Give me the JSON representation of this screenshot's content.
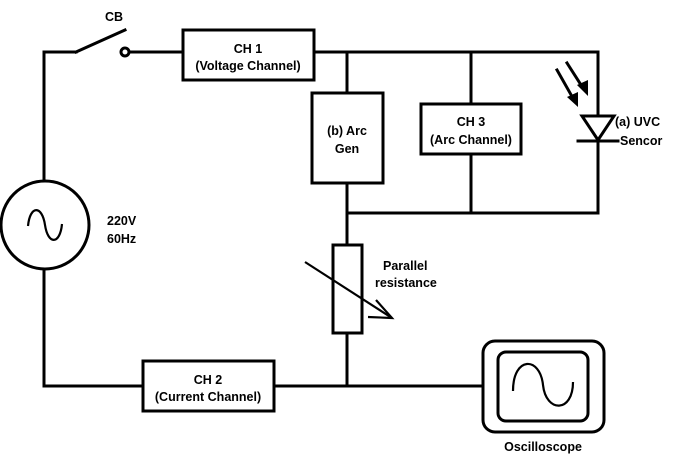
{
  "diagram": {
    "breaker": {
      "label": "CB"
    },
    "source": {
      "line1": "220V",
      "line2": "60Hz"
    },
    "ch1": {
      "line1": "CH 1",
      "line2": "(Voltage Channel)"
    },
    "ch2": {
      "line1": "CH 2",
      "line2": "(Current Channel)"
    },
    "ch3": {
      "line1": "CH 3",
      "line2": "(Arc Channel)"
    },
    "arc_gen": {
      "line1": "(b) Arc",
      "line2": "Gen"
    },
    "uvc_sensor": {
      "line1": "(a) UVC",
      "line2": "Sencor"
    },
    "resistor": {
      "line1": "Parallel",
      "line2": "resistance"
    },
    "oscilloscope": {
      "label": "Oscilloscope"
    }
  }
}
